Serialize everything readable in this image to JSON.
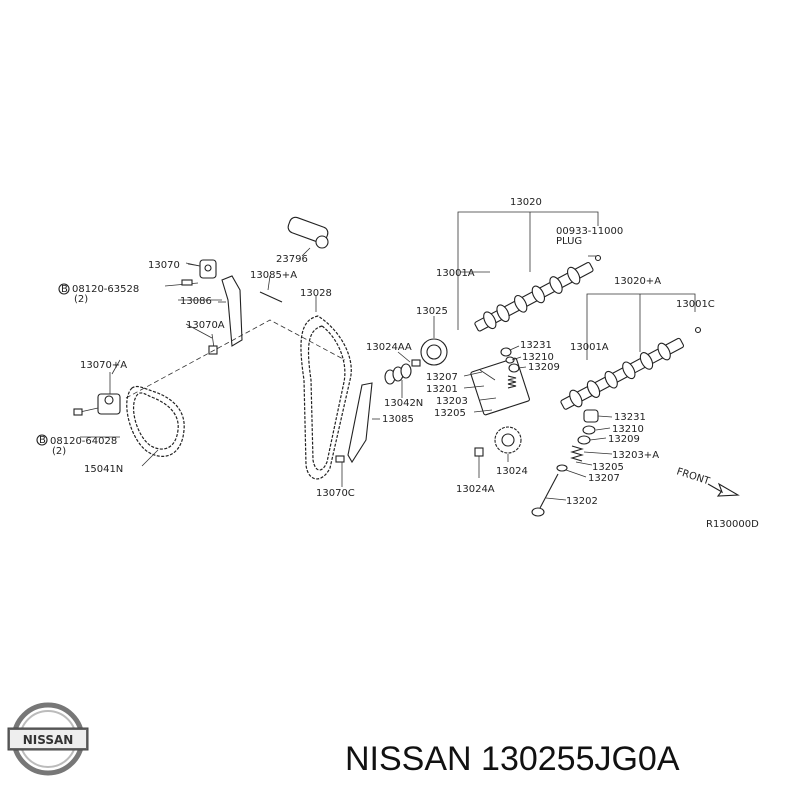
{
  "diagram": {
    "labels": {
      "p13020": "13020",
      "p00933": "00933-11000",
      "plug": "PLUG",
      "p13001a_1": "13001A",
      "p13020a": "13020+A",
      "p13001c": "13001C",
      "p23796": "23796",
      "p13070": "13070",
      "p13085a": "13085+A",
      "p13028": "13028",
      "p13025": "13025",
      "b63528": "08120-63528",
      "b63528_qty": "(2)",
      "p13086": "13086",
      "p13070a": "13070A",
      "p13024aa": "13024AA",
      "p13231_1": "13231",
      "p13210_1": "13210",
      "p13209_1": "13209",
      "p13001a_2": "13001A",
      "p13070pa": "13070+A",
      "p13207_1": "13207",
      "p13201": "13201",
      "p13203_1": "13203",
      "p13205_1": "13205",
      "p13042n": "13042N",
      "p13085": "13085",
      "b64028": "08120-64028",
      "b64028_qty": "(2)",
      "p15041n": "15041N",
      "p13231_2": "13231",
      "p13210_2": "13210",
      "p13209_2": "13209",
      "p13203a": "13203+A",
      "p13205_2": "13205",
      "p13207_2": "13207",
      "p13024": "13024",
      "p13024a": "13024A",
      "p13202": "13202",
      "p13070c": "13070C",
      "front": "FRONT",
      "code": "R130000D",
      "bolt_mark": "B"
    }
  },
  "logo": {
    "text": "NISSAN"
  },
  "title": "NISSAN 130255JG0A"
}
